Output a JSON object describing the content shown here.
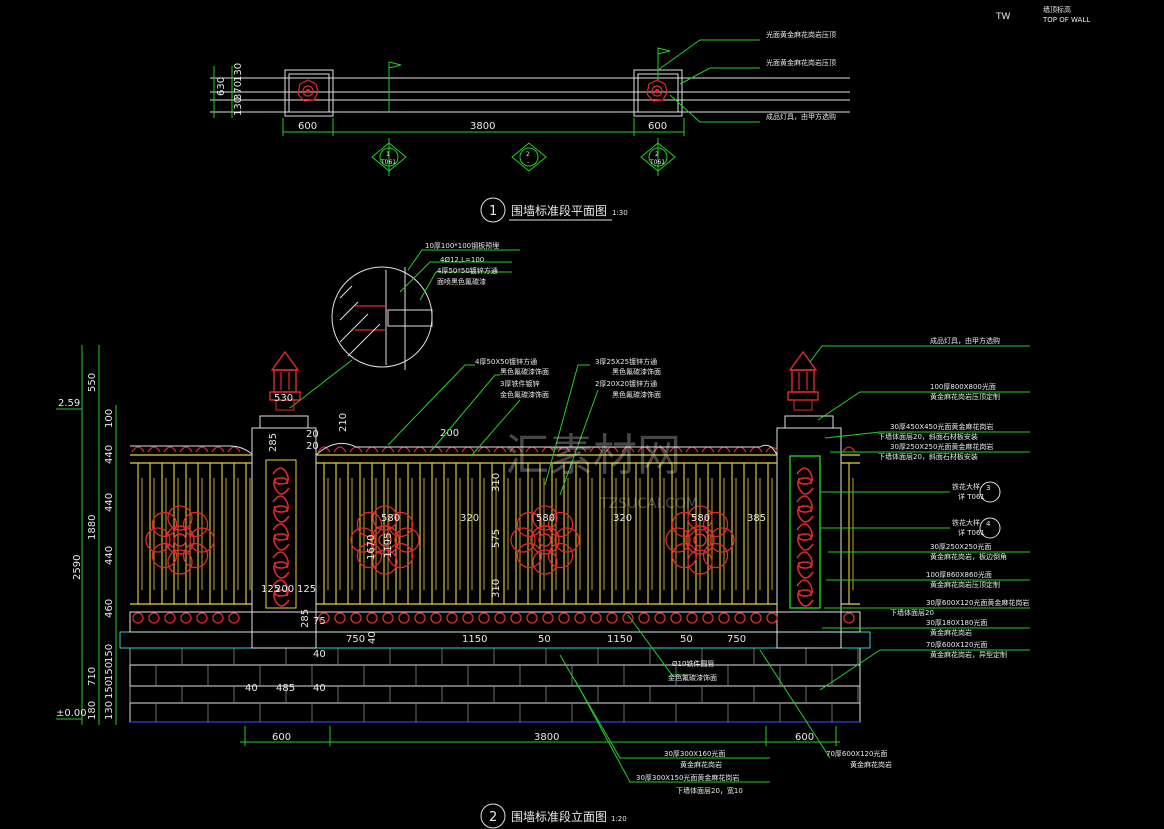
{
  "header": {
    "tw": "TW",
    "wall_label_cn": "墙顶标高",
    "wall_label_en": "TOP OF WALL"
  },
  "plan": {
    "title": "围墙标准段平面图",
    "scale": "1:30",
    "number": "1",
    "dims_bottom": [
      "600",
      "3800",
      "600"
    ],
    "dims_left": [
      "630",
      "130",
      "370",
      "130"
    ],
    "markers": [
      {
        "num": "1",
        "ref": "T061"
      },
      {
        "num": "2",
        "ref": "-"
      },
      {
        "num": "2",
        "ref": "T061"
      }
    ],
    "notes": [
      "光面黄金麻花岗岩压顶",
      "光面黄金麻花岗岩压顶",
      "成品灯具，由甲方选购"
    ]
  },
  "detail": {
    "notes": [
      "10厚100*100钢板预埋",
      "4Ø12,L=100",
      "4厚50*50镀锌方通",
      "面喷黑色氟碳漆"
    ]
  },
  "elevation": {
    "title": "围墙标准段立面图",
    "scale": "1:20",
    "number": "2",
    "left_dims": [
      "550",
      "2.59",
      "100",
      "440",
      "1880",
      "440",
      "2590",
      "440",
      "460",
      "710",
      "150",
      "150",
      "150",
      "180",
      "130",
      "±0.00"
    ],
    "bottom_dims": [
      "600",
      "3800",
      "600"
    ],
    "inner_dims": [
      "530",
      "285",
      "20",
      "20",
      "210",
      "200",
      "580",
      "320",
      "580",
      "320",
      "580",
      "385",
      "310",
      "575",
      "310",
      "1195",
      "1670",
      "125",
      "200",
      "125",
      "285",
      "75",
      "750",
      "1150",
      "50",
      "1150",
      "50",
      "750",
      "40",
      "485",
      "40",
      "40",
      "40"
    ],
    "top_notes": [
      "4厚50X50镀锌方通",
      "黑色氟碳漆饰面",
      "3厚铁件镀锌",
      "金色氟碳漆饰面",
      "3厚25X25镀锌方通",
      "黑色氟碳漆饰面",
      "2厚20X20镀锌方通",
      "黑色氟碳漆饰面"
    ],
    "right_notes": [
      "成品灯具，由甲方选购",
      "100厚800X800光面",
      "黄金麻花岗岩压顶定制",
      "30厚450X450光面黄金麻花岗岩",
      "下墙体面层20，斜面石材板安装",
      "30厚250X250光面黄金麻花岗岩",
      "下墙体面层20，斜面石材板安装",
      "铁花大样",
      "详 T061",
      "铁花大样",
      "详 T061",
      "30厚250X250光面",
      "黄金麻花岗岩，板边倒角",
      "100厚860X860光面",
      "黄金麻花岗岩压顶定制",
      "30厚600X120光面黄金麻花岗岩",
      "下墙体面层20",
      "30厚180X180光面",
      "黄金麻花岗岩",
      "70厚600X120光面",
      "黄金麻花岗岩，异型定制"
    ],
    "bottom_notes": [
      "Ø10铁件圆管",
      "金色氟碳漆饰面",
      "30厚300X160光面",
      "黄金麻花岗岩",
      "30厚300X150光面黄金麻花岗岩",
      "下墙体面层20，宽10",
      "70厚600X120光面",
      "黄金麻花岗岩"
    ],
    "callouts": [
      "3",
      "4"
    ]
  },
  "watermark": {
    "cn": "汇素材网",
    "en": "TZSUCAI.COM"
  },
  "colors": {
    "background": "#000000",
    "dim_line": "#22d022",
    "text": "#e8e8e8",
    "fence_bar": "#e8d23a",
    "ornament": "#e02a2a",
    "stone": "#2fd4d4"
  }
}
